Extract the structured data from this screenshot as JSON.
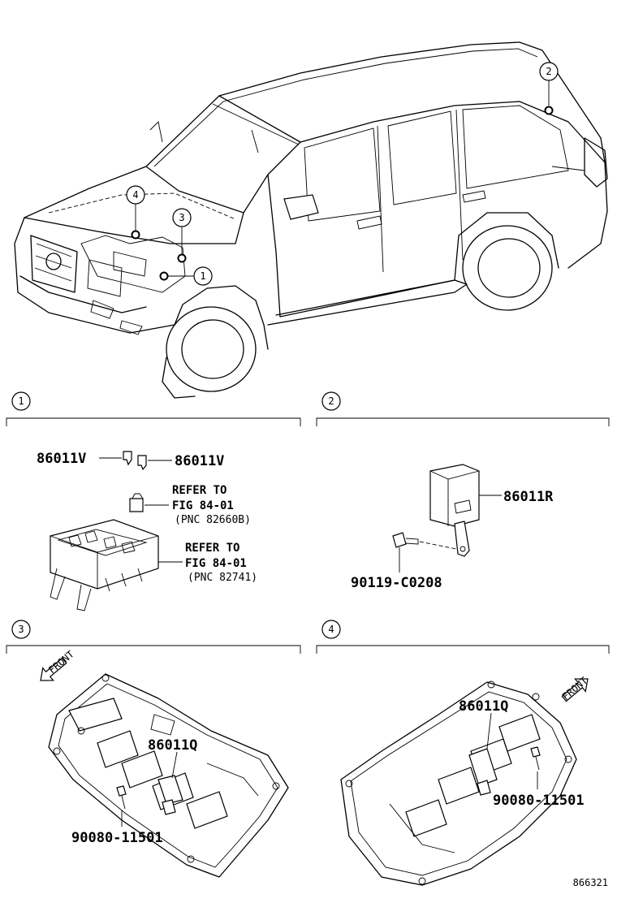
{
  "location_markers": [
    "1",
    "2",
    "3",
    "4"
  ],
  "sections": [
    {
      "id": "1",
      "labels": {
        "fuse_left": "86011V",
        "fuse_right": "86011V",
        "relay_ref_1": "REFER TO",
        "relay_ref_2": "FIG 84-01",
        "relay_ref_3": "(PNC 82660B)",
        "box_ref_1": "REFER TO",
        "box_ref_2": "FIG 84-01",
        "box_ref_3": "(PNC 82741)"
      }
    },
    {
      "id": "2",
      "labels": {
        "sensor": "86011R",
        "bolt": "90119-C0208"
      }
    },
    {
      "id": "3",
      "labels": {
        "front": "FRONT",
        "part": "86011Q",
        "bolt": "90080-11501"
      }
    },
    {
      "id": "4",
      "labels": {
        "front": "FRONT",
        "part": "86011Q",
        "bolt": "90080-11501"
      }
    }
  ],
  "figure_number": "866321",
  "icons": {
    "front_arrow": "front-arrow-icon",
    "fuse": "fuse-icon",
    "relay": "relay-icon",
    "bolt": "bolt-icon"
  }
}
